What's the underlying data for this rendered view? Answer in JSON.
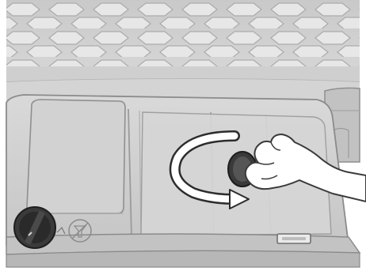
{
  "illustration": {
    "subject": "",
    "colors": {
      "background": "#ffffff",
      "panel_light": "#d8d8d8",
      "panel_mid": "#c7c7c7",
      "panel_dark": "#9f9f9f",
      "outline": "#8b8b8b",
      "knob_dark": "#2f2f2f",
      "arrow_fill": "#ffffff",
      "arrow_stroke": "#2c2c2c",
      "hand_fill": "#ffffff",
      "hand_stroke": "#3b3b3b"
    },
    "icons": {
      "rotate_arrow": "rotate-counterclockwise-arrow",
      "drain_cap": "drain-cap-knob",
      "filter_symbol": "filter-icon",
      "hand": "hand-icon",
      "slot": "handle-slot"
    }
  }
}
